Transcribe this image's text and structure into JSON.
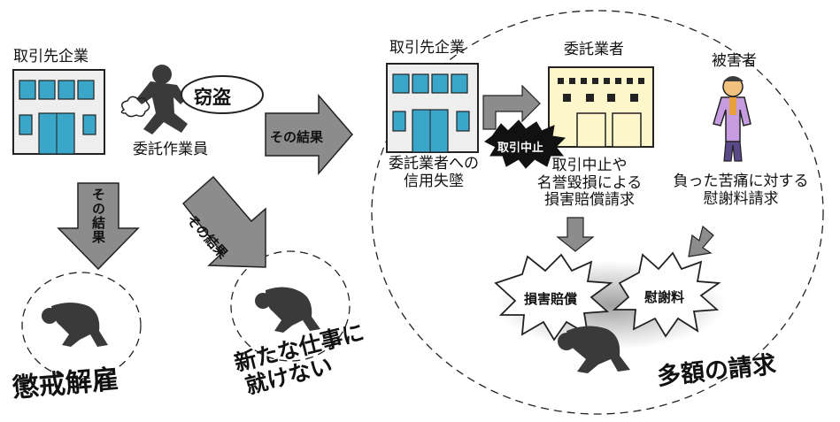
{
  "left": {
    "client_company": "取引先企業",
    "theft_label": "窃盗",
    "worker_label": "委託作業員",
    "arrow_result": "その結果",
    "arrow_down_left": "その結果",
    "arrow_down_right": "その結果",
    "outcome_dismissal": "懲戒解雇",
    "outcome_no_job_line1": "新たな仕事に",
    "outcome_no_job_line2": "就けない"
  },
  "right": {
    "client_company": "取引先企業",
    "contractor": "委託業者",
    "victim": "被害者",
    "termination_badge": "取引中止",
    "trust_loss_line1": "委託業者への",
    "trust_loss_line2": "信用失墜",
    "damage_claim_line1": "取引中止や",
    "damage_claim_line2": "名誉毀損による",
    "damage_claim_line3": "損害賠償請求",
    "solatium_claim_line1": "負った苦痛に対する",
    "solatium_claim_line2": "慰謝料請求",
    "burst_damages": "損害賠償",
    "burst_solatium": "慰謝料",
    "outcome_large_claims": "多額の請求"
  },
  "colors": {
    "building_fill": "#eeeeee",
    "window_fill": "#3aa7c8",
    "contractor_fill": "#fff7cc",
    "arrow_fill": "#8c8c8c",
    "silhouette": "#3a3a3a"
  }
}
